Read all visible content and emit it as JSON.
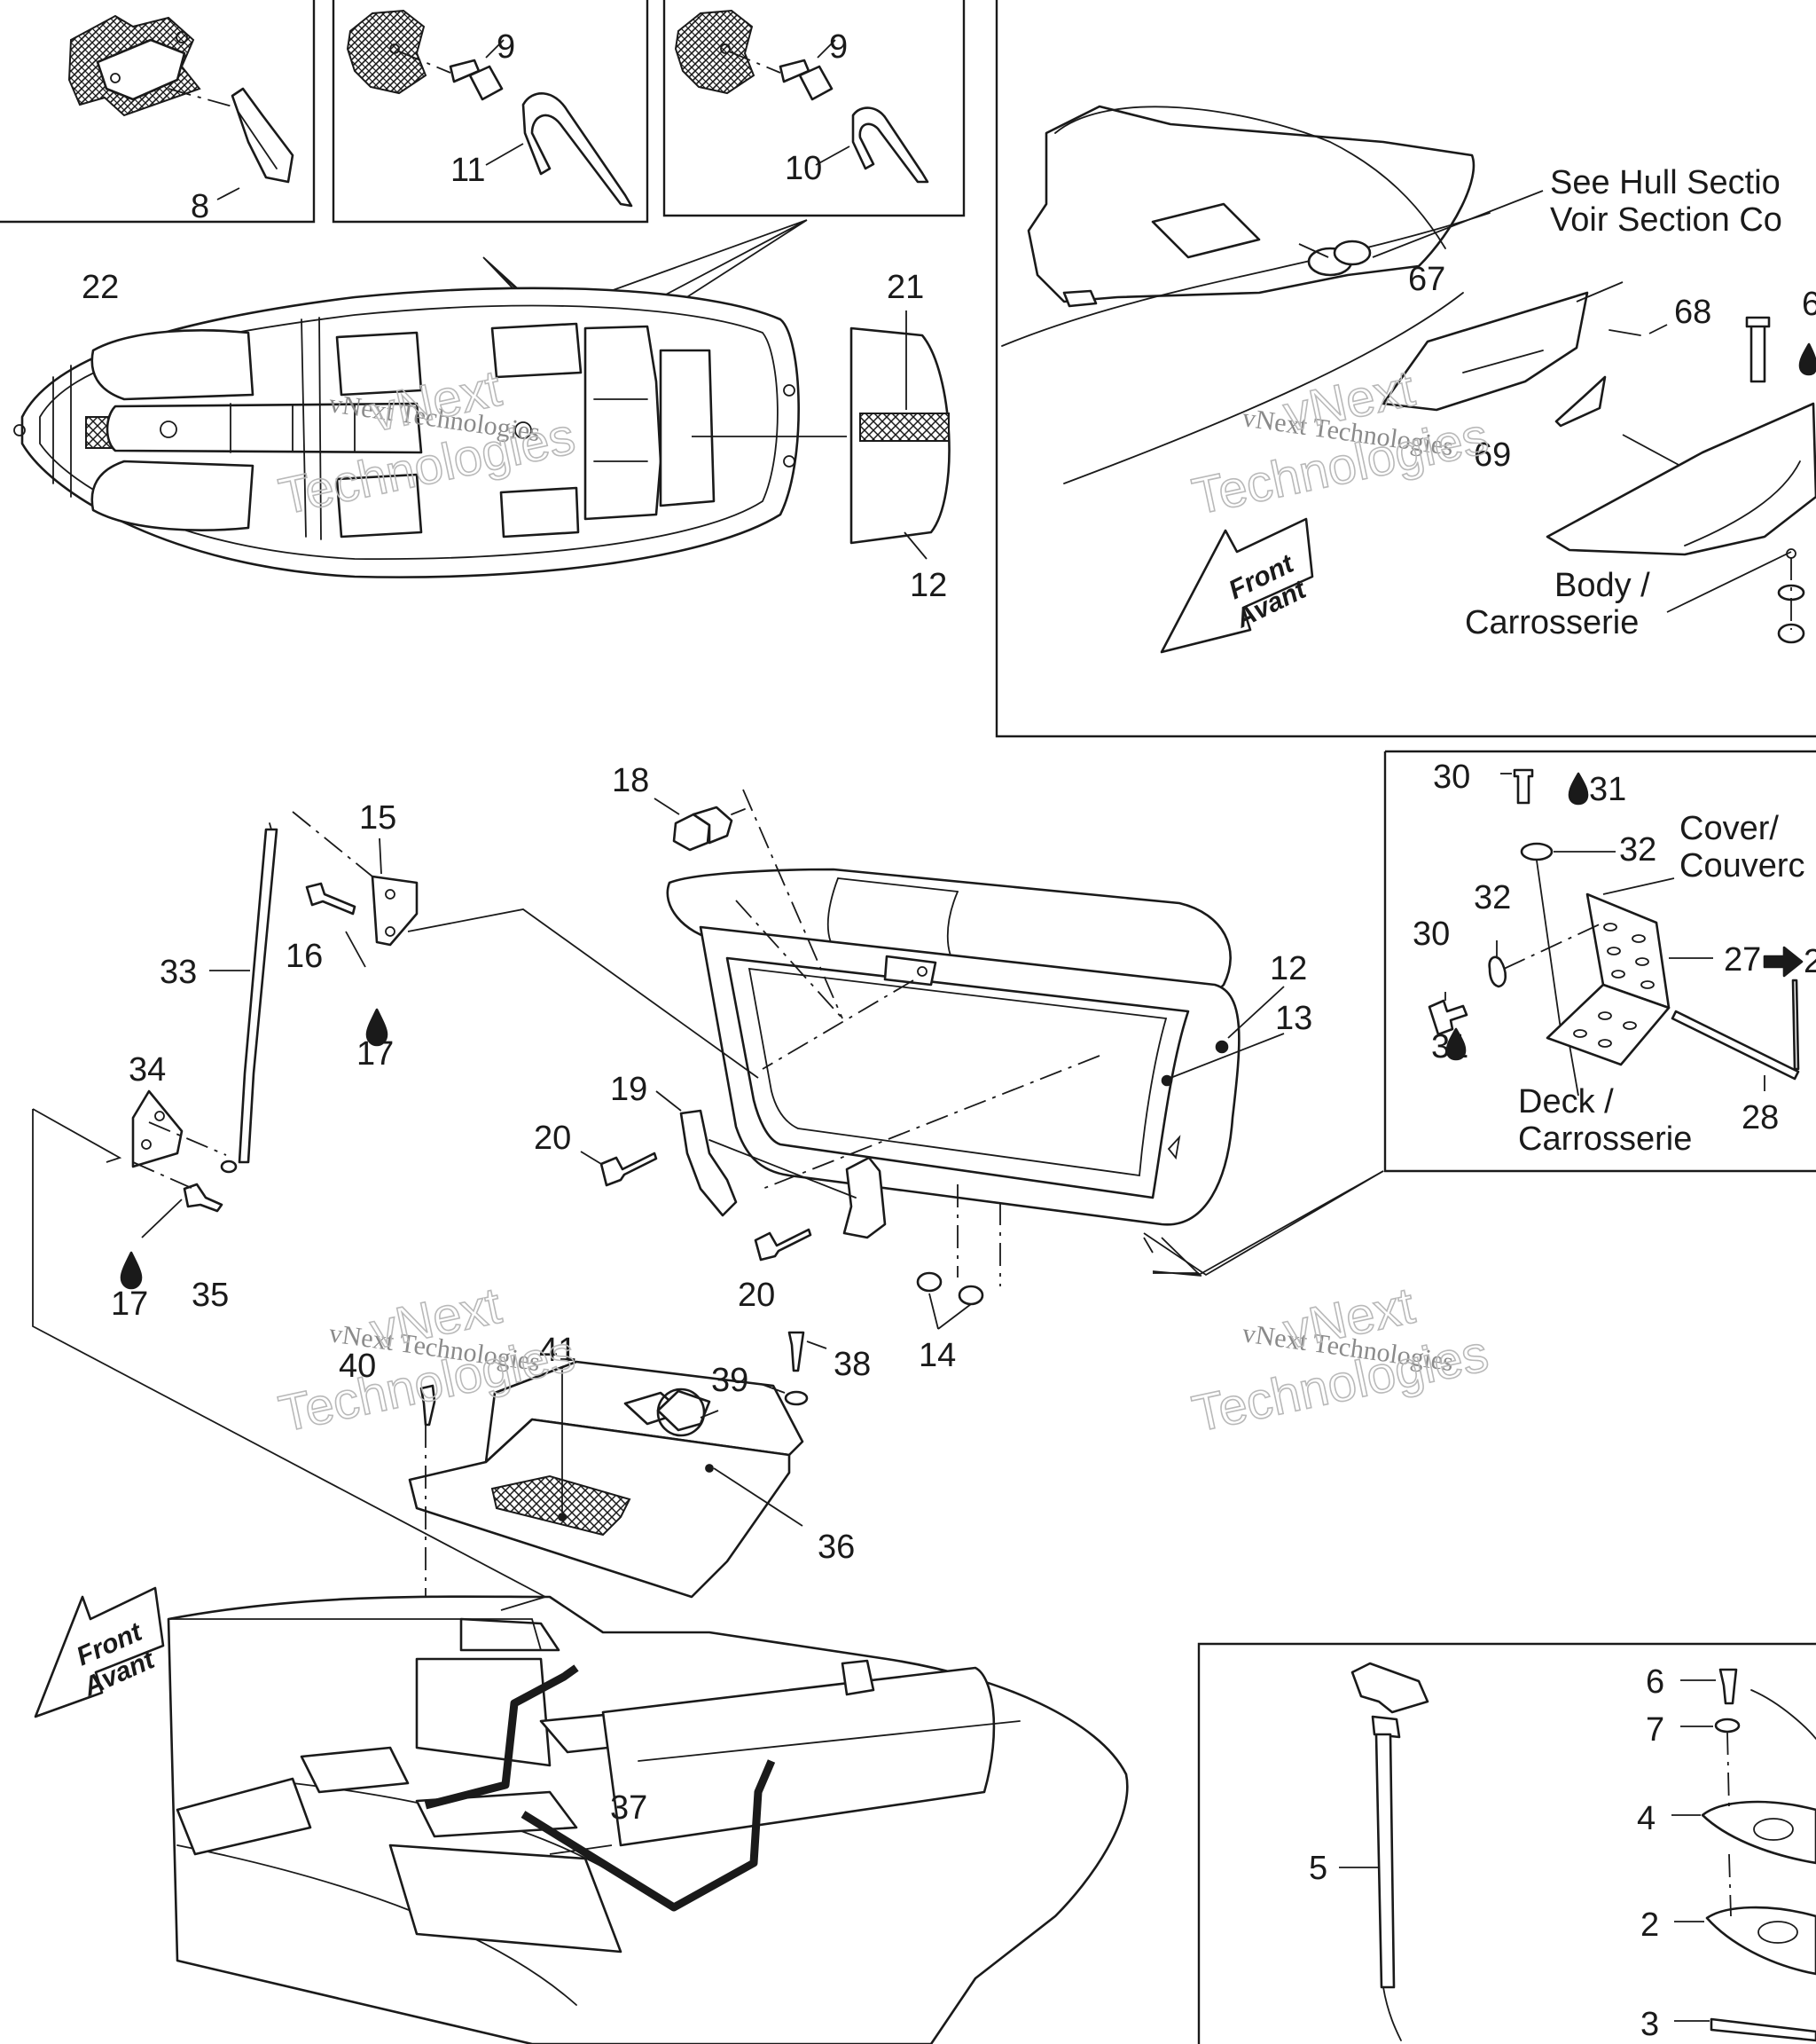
{
  "callouts": {
    "c2": "2",
    "c3": "3",
    "c4": "4",
    "c5": "5",
    "c6a": "6",
    "c6b": "6",
    "c7": "7",
    "c8": "8",
    "c9a": "9",
    "c9b": "9",
    "c10": "10",
    "c11": "11",
    "c12a": "12",
    "c12b": "12",
    "c13": "13",
    "c14": "14",
    "c15": "15",
    "c16": "16",
    "c17a": "17",
    "c17b": "17",
    "c18": "18",
    "c19": "19",
    "c20a": "20",
    "c20b": "20",
    "c21": "21",
    "c22": "22",
    "c27": "27",
    "c28": "28",
    "c30a": "30",
    "c30b": "30",
    "c31a": "31",
    "c31b": "31",
    "c32a": "32",
    "c32b": "32",
    "c33": "33",
    "c34": "34",
    "c35": "35",
    "c36": "36",
    "c37": "37",
    "c38": "38",
    "c39": "39",
    "c40": "40",
    "c41": "41",
    "c67": "67",
    "c68": "68",
    "c69": "69"
  },
  "notes": {
    "hull_line1": "See Hull Sectio",
    "hull_line2": "Voir Section Co",
    "body_line1": "Body /",
    "body_line2": "Carrosserie",
    "cover_line1": "Cover/",
    "cover_line2": "Couverc",
    "deck_line1": "Deck /",
    "deck_line2": "Carrosserie",
    "next_ref": "2"
  },
  "front_arrows": {
    "top_line1": "Front",
    "top_line2": "Avant",
    "bottom_line1": "Front",
    "bottom_line2": "Avant"
  },
  "watermarks": {
    "line_a": "vNext Technologies",
    "line_b1": "vNext",
    "line_b2": "Technologies"
  }
}
